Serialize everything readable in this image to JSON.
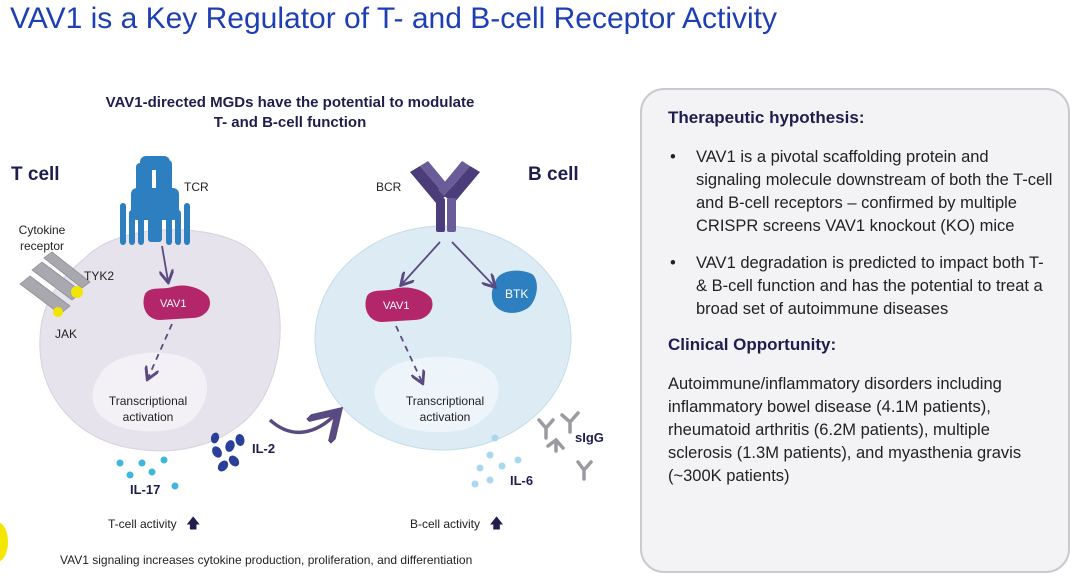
{
  "title": "VAV1 is a Key Regulator of T- and B-cell Receptor Activity",
  "diagram": {
    "subtitle_line1": "VAV1-directed MGDs have the potential to modulate",
    "subtitle_line2": "T- and B-cell function",
    "t_cell": {
      "title": "T cell",
      "tcr": "TCR",
      "cytokine_receptor_line1": "Cytokine",
      "cytokine_receptor_line2": "receptor",
      "tyk2": "TYK2",
      "jak": "JAK",
      "vav1": "VAV1",
      "transcriptional_line1": "Transcriptional",
      "transcriptional_line2": "activation",
      "il2": "IL-2",
      "il17": "IL-17",
      "activity": "T-cell activity"
    },
    "b_cell": {
      "title": "B cell",
      "bcr": "BCR",
      "btk": "BTK",
      "vav1": "VAV1",
      "transcriptional_line1": "Transcriptional",
      "transcriptional_line2": "activation",
      "sigg": "sIgG",
      "il6": "IL-6",
      "activity": "B-cell activity"
    },
    "up_arrow": "🡅",
    "caption": "VAV1 signaling increases cytokine production, proliferation, and differentiation",
    "colors": {
      "t_cell_fill": "#e6e3ec",
      "b_cell_fill": "#dcebf4",
      "vav1": "#b3266a",
      "tcr": "#2e7fc0",
      "bcr": "#4b3d7a",
      "btk": "#2e7fc0",
      "arrow": "#5a4a82",
      "jak_yellow": "#f2e600",
      "il2": "#2a3f9a",
      "il17": "#3fb6dc",
      "il6": "#a9d8ee"
    }
  },
  "panel": {
    "heading1": "Therapeutic hypothesis:",
    "bullet_char": "•",
    "bullets": [
      "VAV1 is a pivotal scaffolding protein and signaling molecule downstream of both the T-cell and B-cell receptors – confirmed by multiple CRISPR screens VAV1 knockout (KO) mice",
      "VAV1 degradation is predicted to impact both T- & B-cell function and has the potential to treat a broad set of autoimmune diseases"
    ],
    "heading2": "Clinical Opportunity:",
    "clinical_text": "Autoimmune/inflammatory disorders including inflammatory bowel disease (4.1M patients), rheumatoid arthritis (6.2M patients), multiple sclerosis (1.3M patients), and myasthenia gravis (~300K patients)"
  }
}
